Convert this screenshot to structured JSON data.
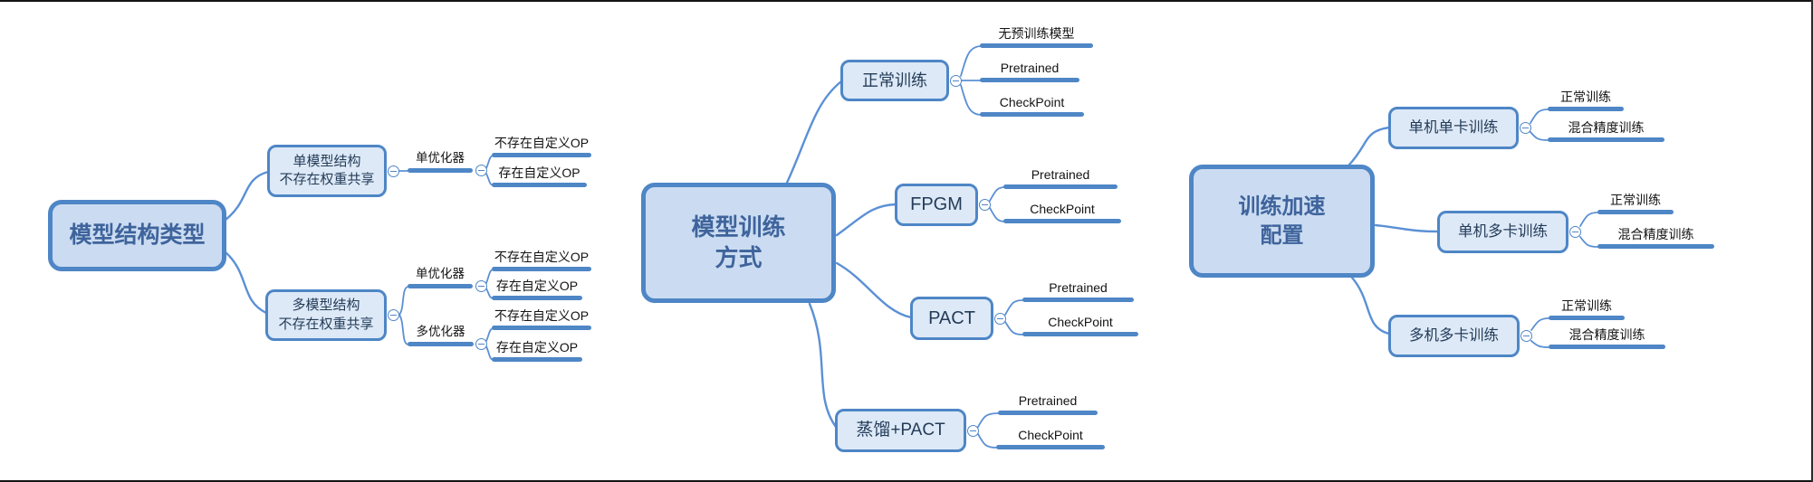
{
  "canvas": {
    "accent": "#4e86c6",
    "connector": "#5b90d5",
    "root_fill": "#cbdcf2",
    "node_fill": "#dde9f7",
    "root_text": "#3f649c",
    "node_text": "#243c58",
    "leaf_text": "#141414",
    "background": "#ffffff"
  },
  "icons": {
    "collapse": "minus-in-circle"
  },
  "trees": [
    {
      "root": {
        "label": "模型结构类型"
      },
      "children": [
        {
          "label": "单模型结构\n不存在权重共享",
          "children": [
            {
              "label": "单优化器",
              "children": [
                {
                  "label": "不存在自定义OP"
                },
                {
                  "label": "存在自定义OP"
                }
              ]
            }
          ]
        },
        {
          "label": "多模型结构\n不存在权重共享",
          "children": [
            {
              "label": "单优化器",
              "children": [
                {
                  "label": "不存在自定义OP"
                },
                {
                  "label": "存在自定义OP"
                }
              ]
            },
            {
              "label": "多优化器",
              "children": [
                {
                  "label": "不存在自定义OP"
                },
                {
                  "label": "存在自定义OP"
                }
              ]
            }
          ]
        }
      ]
    },
    {
      "root": {
        "label": "模型训练\n方式"
      },
      "children": [
        {
          "label": "正常训练",
          "children": [
            {
              "label": "无预训练模型"
            },
            {
              "label": "Pretrained"
            },
            {
              "label": "CheckPoint"
            }
          ]
        },
        {
          "label": "FPGM",
          "children": [
            {
              "label": "Pretrained"
            },
            {
              "label": "CheckPoint"
            }
          ]
        },
        {
          "label": "PACT",
          "children": [
            {
              "label": "Pretrained"
            },
            {
              "label": "CheckPoint"
            }
          ]
        },
        {
          "label": "蒸馏+PACT",
          "children": [
            {
              "label": "Pretrained"
            },
            {
              "label": "CheckPoint"
            }
          ]
        }
      ]
    },
    {
      "root": {
        "label": "训练加速\n配置"
      },
      "children": [
        {
          "label": "单机单卡训练",
          "children": [
            {
              "label": "正常训练"
            },
            {
              "label": "混合精度训练"
            }
          ]
        },
        {
          "label": "单机多卡训练",
          "children": [
            {
              "label": "正常训练"
            },
            {
              "label": "混合精度训练"
            }
          ]
        },
        {
          "label": "多机多卡训练",
          "children": [
            {
              "label": "正常训练"
            },
            {
              "label": "混合精度训练"
            }
          ]
        }
      ]
    }
  ]
}
